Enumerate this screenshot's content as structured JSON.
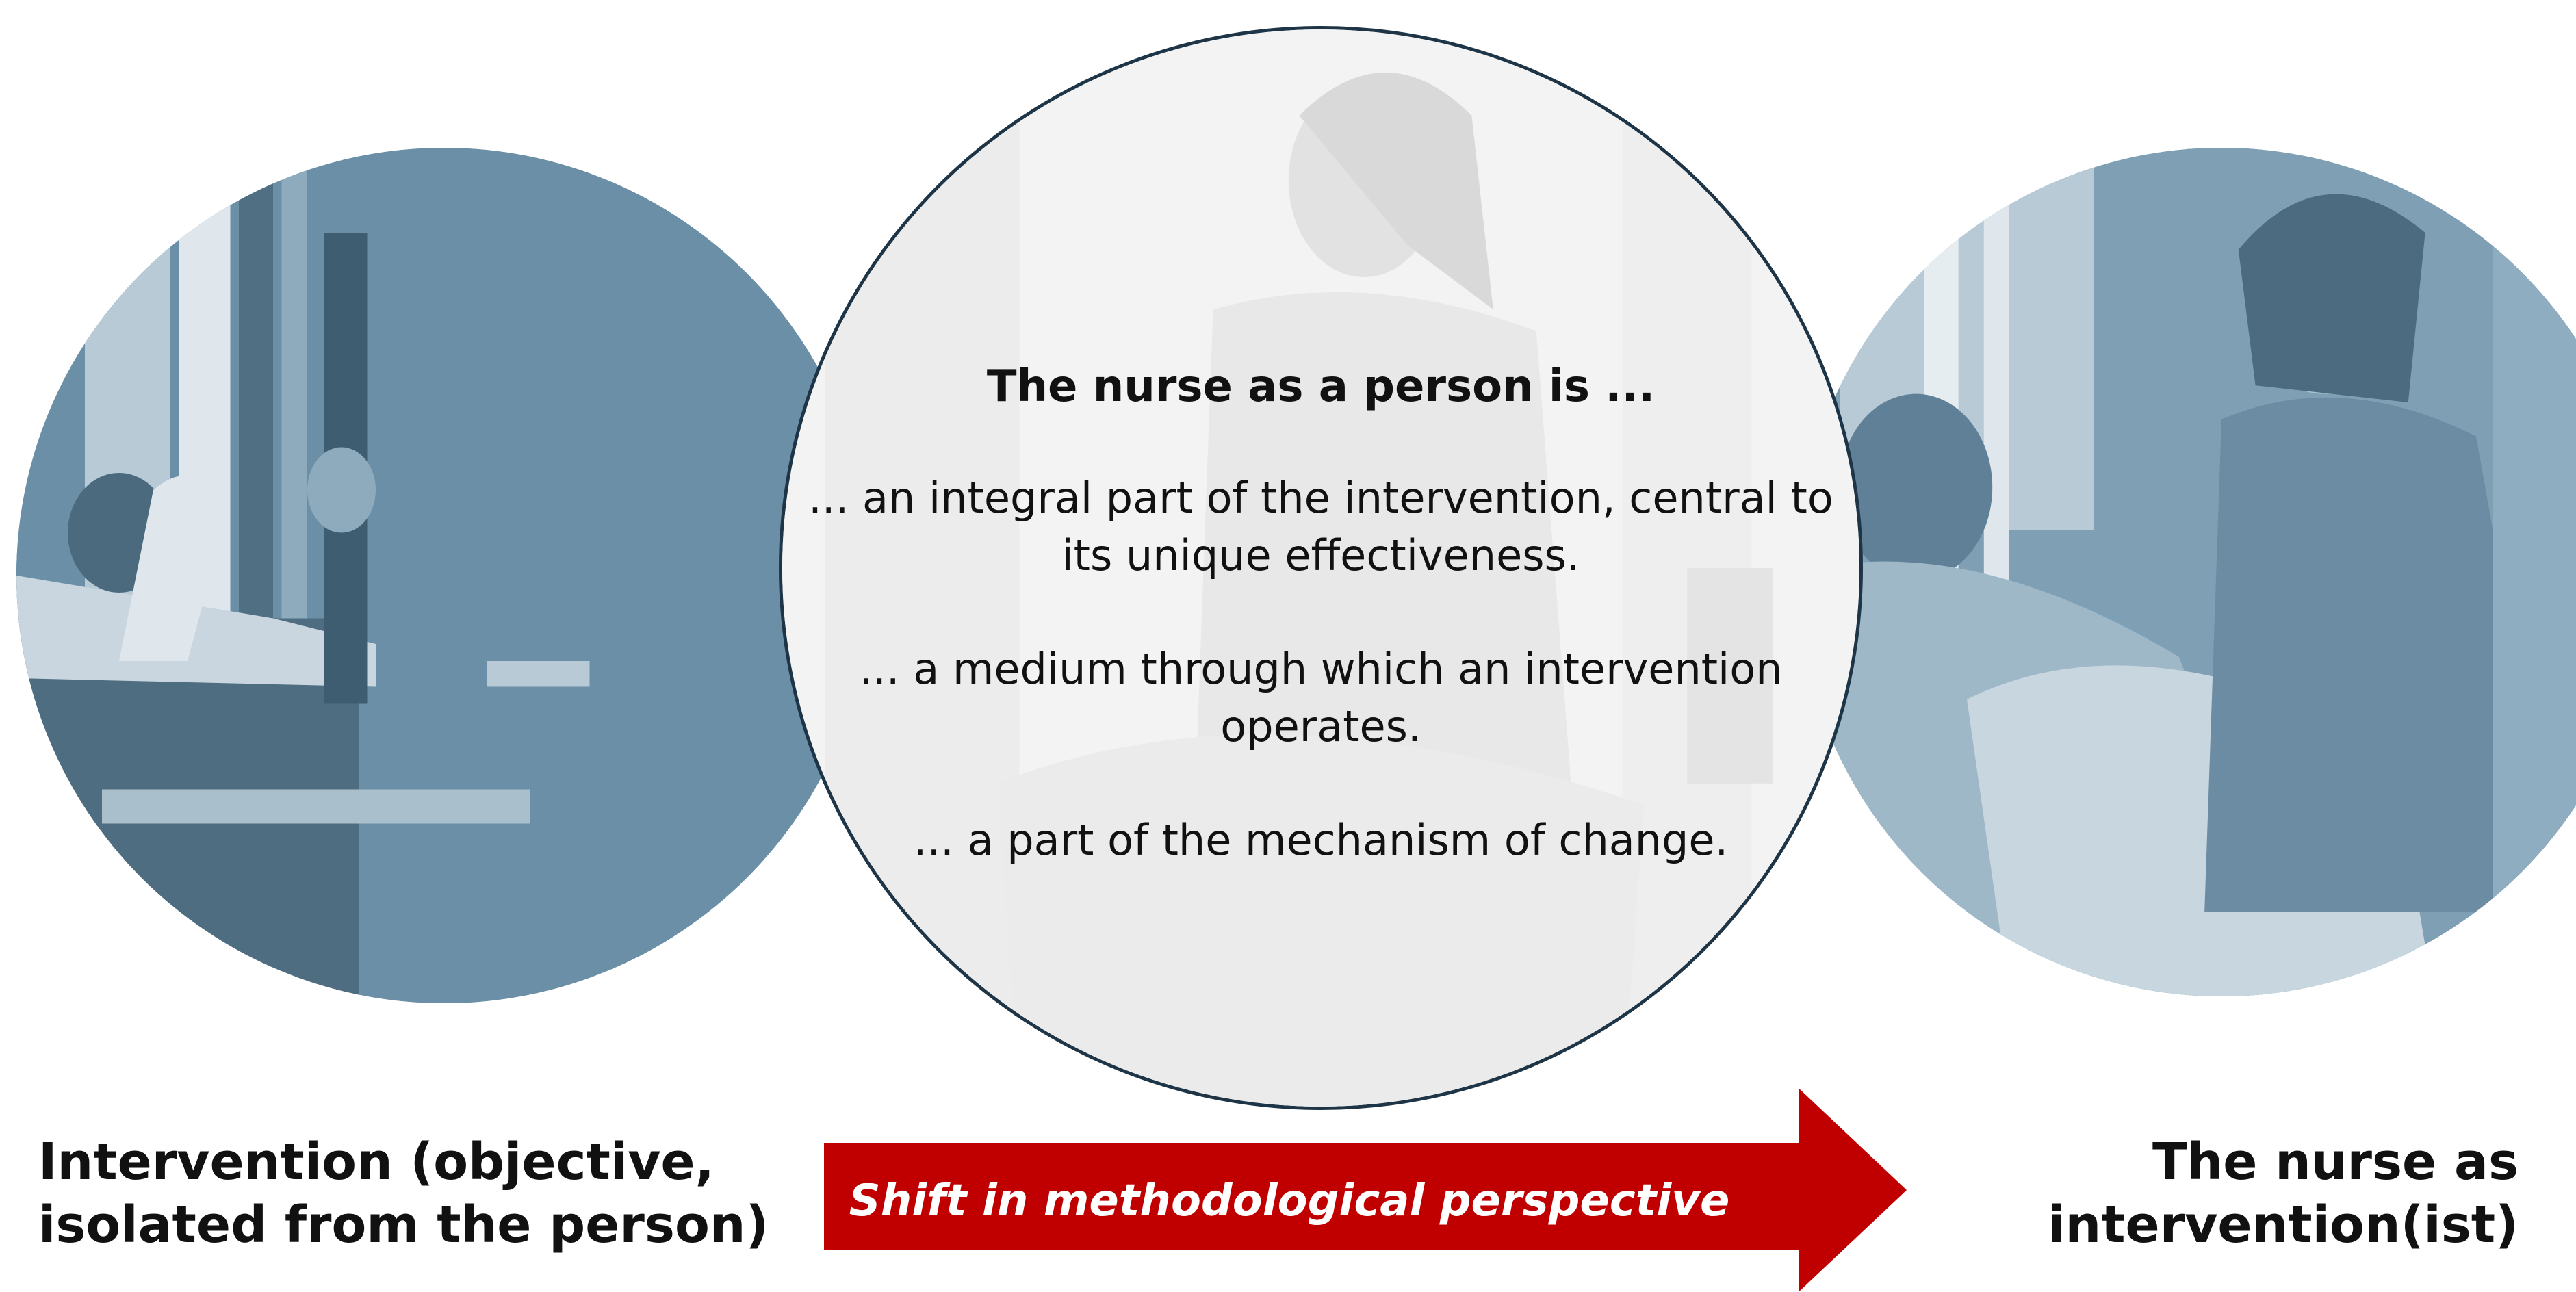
{
  "colors": {
    "left_circle": "#6a8fa6",
    "right_circle": "#7e9fb4",
    "center_circle_fill": "#f3f3f3",
    "center_circle_border": "#1d3547",
    "arrow": "#c00000",
    "arrow_text": "#ffffff",
    "text": "#111111"
  },
  "left_panel": {
    "label": "Intervention (objective,\nisolated from the person)"
  },
  "center_panel": {
    "heading": "The nurse as a person is ...",
    "lines": [
      "... an integral part of the intervention, central to its unique effectiveness.",
      "... a medium through which an intervention operates.",
      "... a part of the mechanism of change."
    ]
  },
  "right_panel": {
    "label": "The nurse as\nintervention(ist)"
  },
  "arrow": {
    "label": "Shift in methodological perspective"
  }
}
